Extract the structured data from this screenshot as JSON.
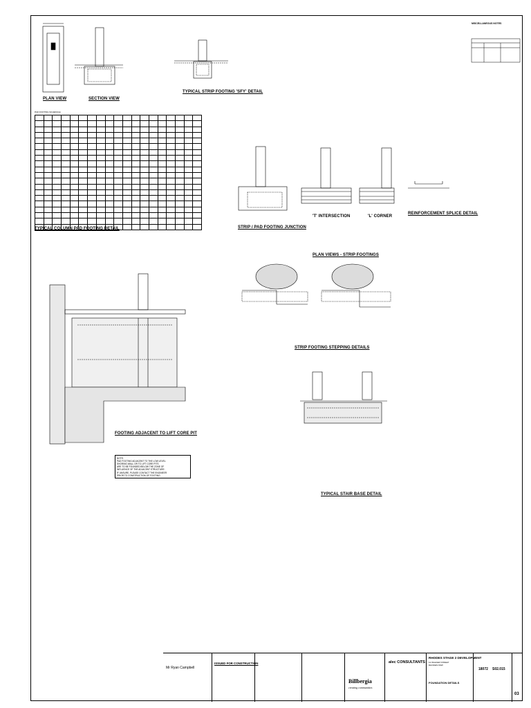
{
  "titles": {
    "plan_view": "PLAN VIEW",
    "section_view": "SECTION VIEW",
    "strip_sfy": "TYPICAL STRIP FOOTING 'SFY' DETAIL",
    "misc_notes": "MISCELLANEOUS NOTES",
    "pad_schedule": "PAD FOOTING SCHEDULE",
    "column_pad": "TYPICAL COLUMN PAD FOOTING DETAIL",
    "strip_pad_junction": "STRIP / PAD FOOTING JUNCTION",
    "t_intersection": "'T' INTERSECTION",
    "l_corner": "'L' CORNER",
    "splice": "REINFORCEMENT SPLICE DETAIL",
    "plan_strip": "PLAN VIEWS - STRIP FOOTINGS",
    "lift_pit": "FOOTING ADJACENT TO LIFT CORE PIT",
    "stepping": "STRIP FOOTING STEPPING DETAILS",
    "stair_base": "TYPICAL STAIR BASE DETAIL"
  },
  "notes": {
    "lift_pit_note": [
      "NOTE:",
      "PAD FOOTING ADJACENT TO THE LOW LEVEL",
      "SHORING WALL OR TO LIFT CORE PITS",
      "ARE TO BE FOUNDED BELOW THE ZONE OF",
      "INFLUENCE OF THE ADJACENT STRUCTURE.",
      "IF UNSURE, PLEASE CONTACT THE ENGINEER",
      "PRIOR TO CONSTRUCTION OF FOOTING."
    ]
  },
  "titleblock": {
    "issued": "ISSUED FOR CONSTRUCTION",
    "reviewer": "Mr Ryan Campbell",
    "client_logo": "Billbergia",
    "client_tagline": "creating communities",
    "consultant": "alec CONSULTANTS",
    "project": "RHODES STAGE 2 DEVELOPMENT",
    "address_line1": "12 WALKER STREET",
    "address_line2": "RHODES NSW",
    "drawing_title": "FOUNDATION DETAILS",
    "job_number": "18072",
    "drawing_number": "S02.015",
    "revision": "03"
  }
}
